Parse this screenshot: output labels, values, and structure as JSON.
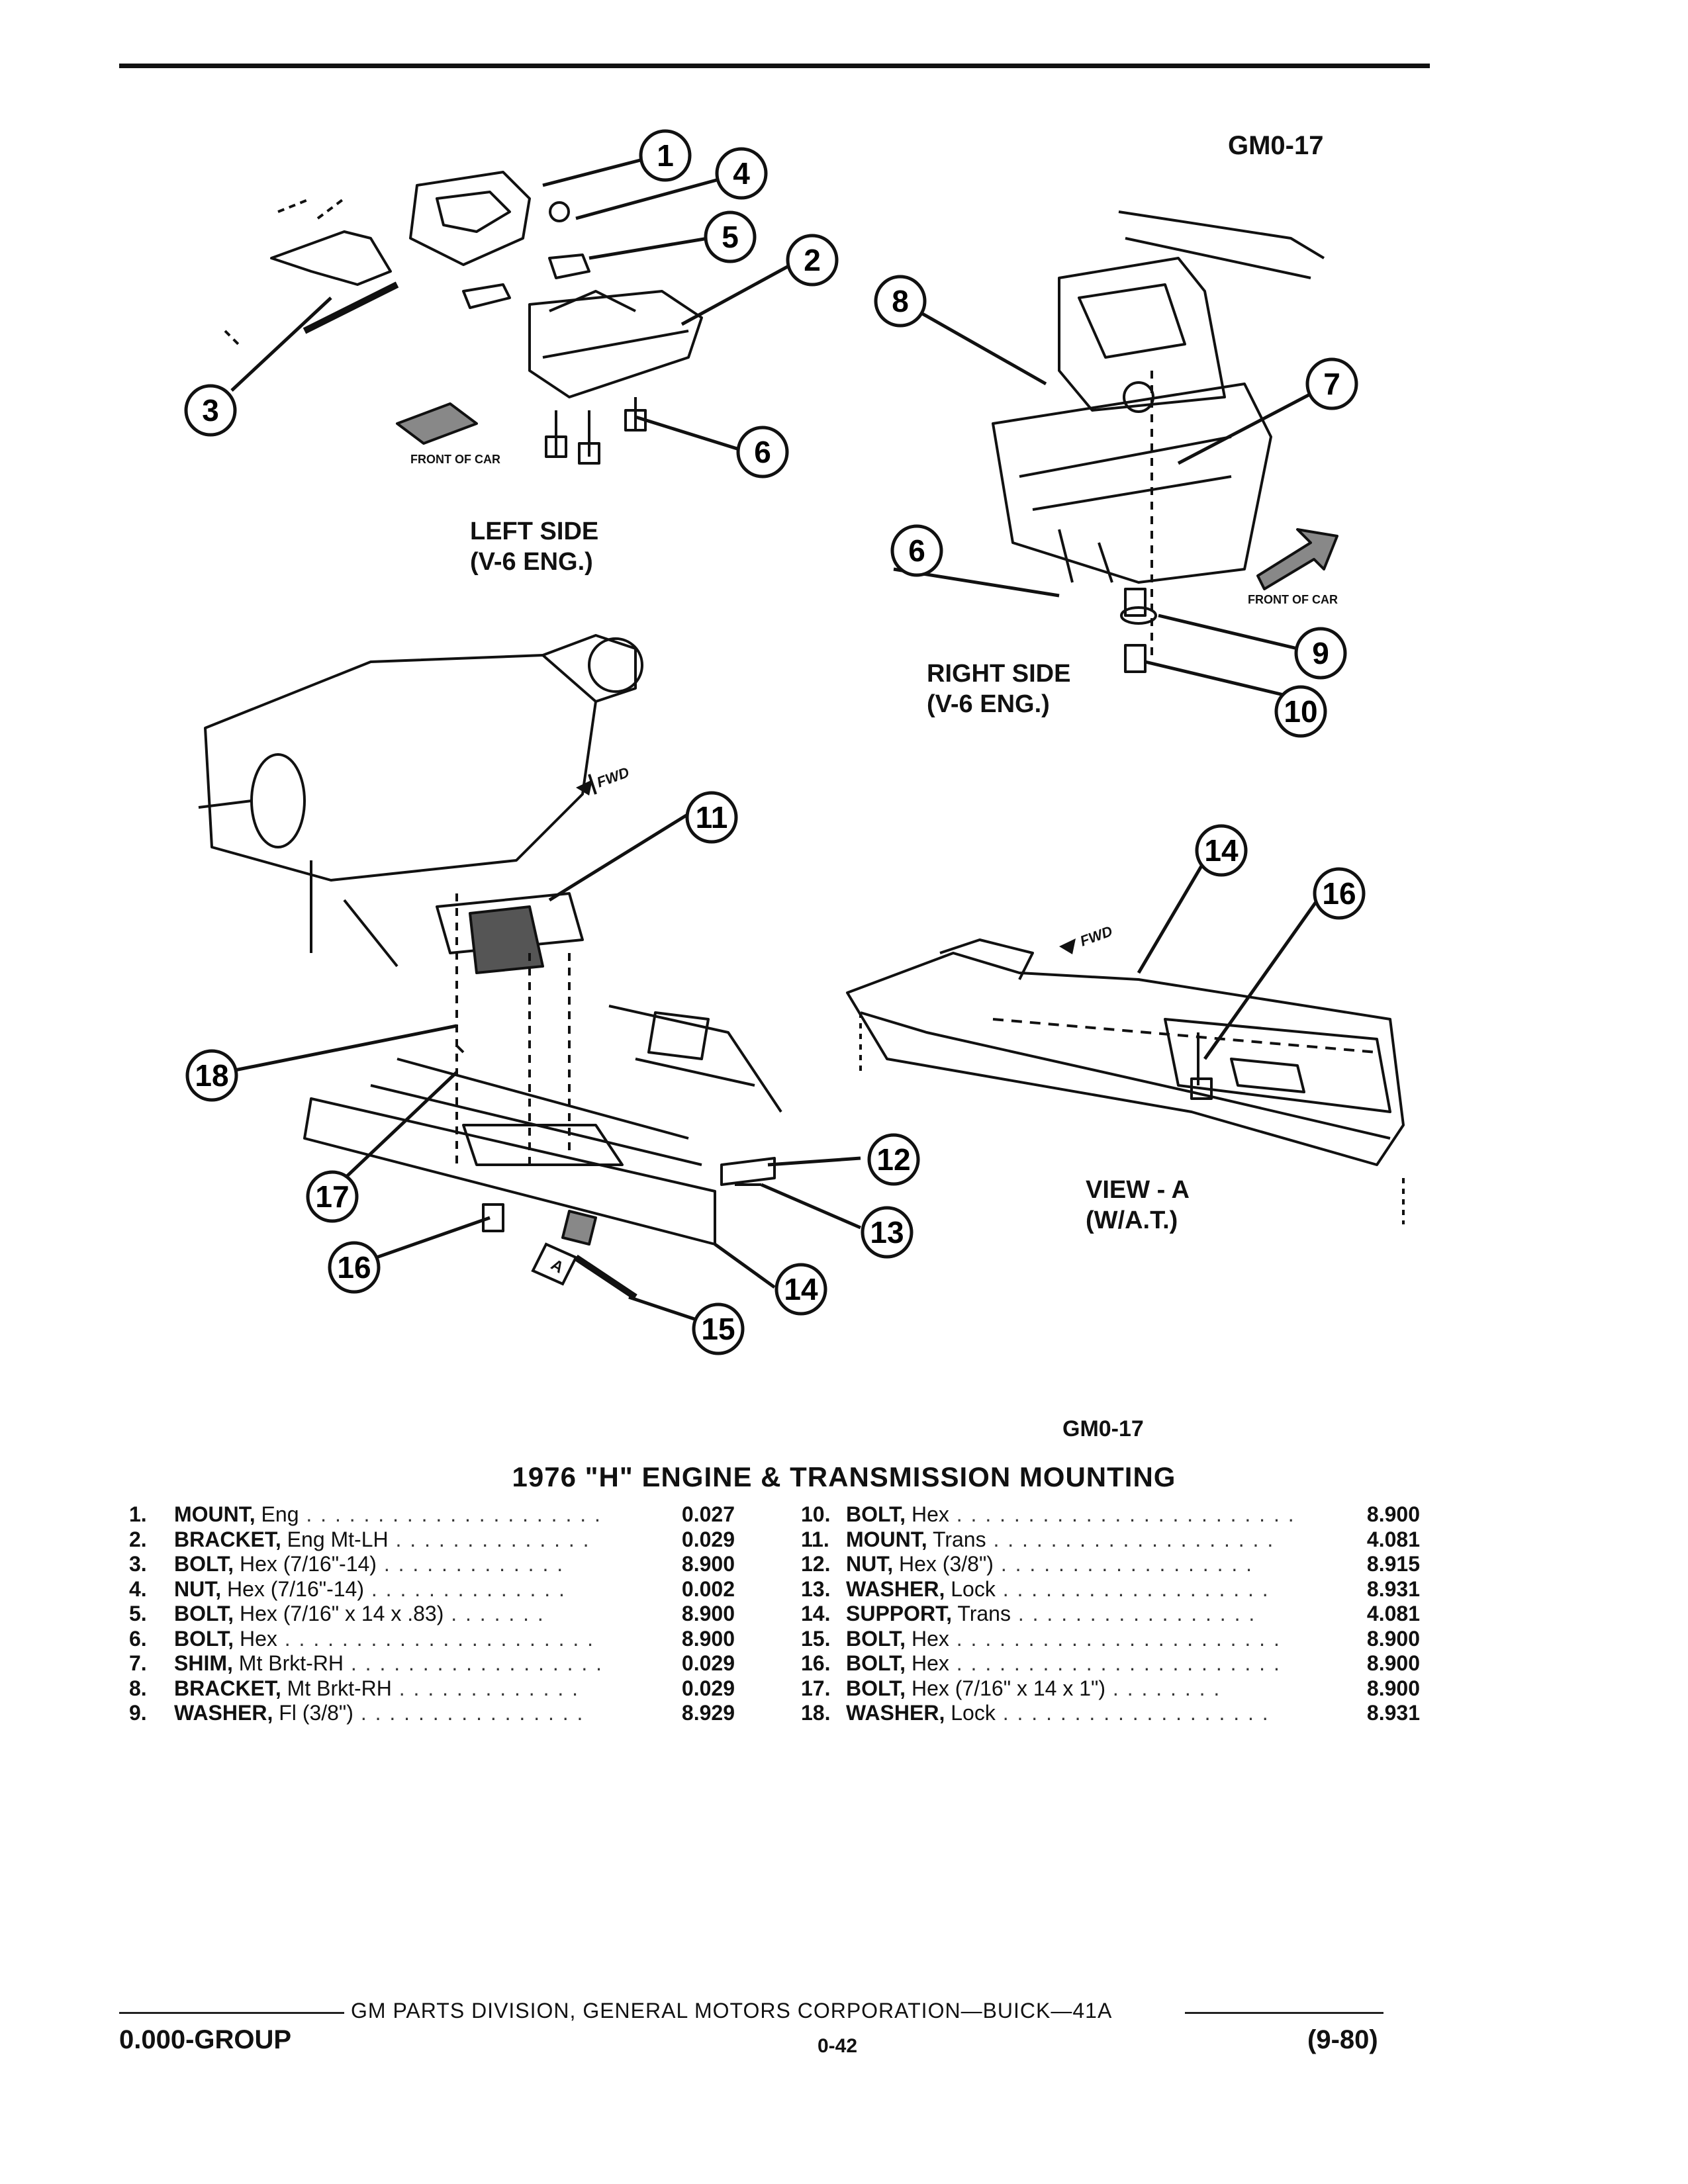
{
  "header": {
    "ref_top": "GM0-17",
    "ref_mid": "GM0-17"
  },
  "figure": {
    "left_caption_1": "LEFT SIDE",
    "left_caption_2": "(V-6 ENG.)",
    "right_caption_1": "RIGHT SIDE",
    "right_caption_2": "(V-6 ENG.)",
    "view_caption_1": "VIEW - A",
    "view_caption_2": "(W/A.T.)",
    "front_of_car_left": "FRONT OF CAR",
    "front_of_car_right": "FRONT OF CAR",
    "fwd_1": "FWD",
    "fwd_2": "FWD",
    "view_marker": "A",
    "callouts": [
      "1",
      "4",
      "5",
      "2",
      "3",
      "6",
      "8",
      "7",
      "6",
      "9",
      "10",
      "11",
      "14",
      "16",
      "18",
      "17",
      "12",
      "13",
      "16",
      "14",
      "15"
    ]
  },
  "title": "1976 \"H\" ENGINE & TRANSMISSION MOUNTING",
  "parts_left": [
    {
      "num": "1.",
      "kw": "MOUNT,",
      "desc": " Eng",
      "dots": " . . . . . . . . . . . . . . . . . . . . .",
      "val": "0.027"
    },
    {
      "num": "2.",
      "kw": "BRACKET,",
      "desc": " Eng Mt-LH",
      "dots": " . . . . . . . . . . . . . .",
      "val": "0.029"
    },
    {
      "num": "3.",
      "kw": "BOLT,",
      "desc": " Hex (7/16\"-14)",
      "dots": " . . . . . . . . . . . . .",
      "val": "8.900"
    },
    {
      "num": "4.",
      "kw": "NUT,",
      "desc": " Hex (7/16\"-14)",
      "dots": " . . . . . . . . . . . . . .",
      "val": "0.002"
    },
    {
      "num": "5.",
      "kw": "BOLT,",
      "desc": " Hex (7/16\" x 14 x .83)",
      "dots": " . . . . . . .",
      "val": "8.900"
    },
    {
      "num": "6.",
      "kw": "BOLT,",
      "desc": " Hex",
      "dots": " . . . . . . . . . . . . . . . . . . . . . .",
      "val": "8.900"
    },
    {
      "num": "7.",
      "kw": "SHIM,",
      "desc": " Mt Brkt-RH",
      "dots": " . . . . . . . . . . . . . . . . . .",
      "val": "0.029"
    },
    {
      "num": "8.",
      "kw": "BRACKET,",
      "desc": " Mt Brkt-RH",
      "dots": " . . . . . . . . . . . . .",
      "val": "0.029"
    },
    {
      "num": "9.",
      "kw": "WASHER,",
      "desc": " Fl (3/8\")",
      "dots": " . . . . . . . . . . . . . . . .",
      "val": "8.929"
    }
  ],
  "parts_right": [
    {
      "num": "10.",
      "kw": "BOLT,",
      "desc": " Hex",
      "dots": " . . . . . . . . . . . . . . . . . . . . . . . .",
      "val": "8.900"
    },
    {
      "num": "11.",
      "kw": "MOUNT,",
      "desc": " Trans",
      "dots": " . . . . . . . . . . . . . . . . . . . .",
      "val": "4.081"
    },
    {
      "num": "12.",
      "kw": "NUT,",
      "desc": " Hex (3/8\")",
      "dots": " . . . . . . . . . . . . . . . . . .",
      "val": "8.915"
    },
    {
      "num": "13.",
      "kw": "WASHER,",
      "desc": " Lock",
      "dots": " . . . . . . . . . . . . . . . . . . .",
      "val": "8.931"
    },
    {
      "num": "14.",
      "kw": "SUPPORT,",
      "desc": " Trans",
      "dots": " . . . . . . . . . . . . . . . . .",
      "val": "4.081"
    },
    {
      "num": "15.",
      "kw": "BOLT,",
      "desc": " Hex",
      "dots": " . . . . . . . . . . . . . . . . . . . . . . .",
      "val": "8.900"
    },
    {
      "num": "16.",
      "kw": "BOLT,",
      "desc": " Hex",
      "dots": " . . . . . . . . . . . . . . . . . . . . . . .",
      "val": "8.900"
    },
    {
      "num": "17.",
      "kw": "BOLT,",
      "desc": " Hex (7/16\" x 14 x 1\")",
      "dots": " . . . . . . . .",
      "val": "8.900"
    },
    {
      "num": "18.",
      "kw": "WASHER,",
      "desc": " Lock",
      "dots": " . . . . . . . . . . . . . . . . . . .",
      "val": "8.931"
    }
  ],
  "footer": {
    "center": "GM PARTS DIVISION, GENERAL MOTORS CORPORATION—BUICK—41A",
    "group": "0.000-GROUP",
    "page": "0-42",
    "date": "(9-80)"
  }
}
